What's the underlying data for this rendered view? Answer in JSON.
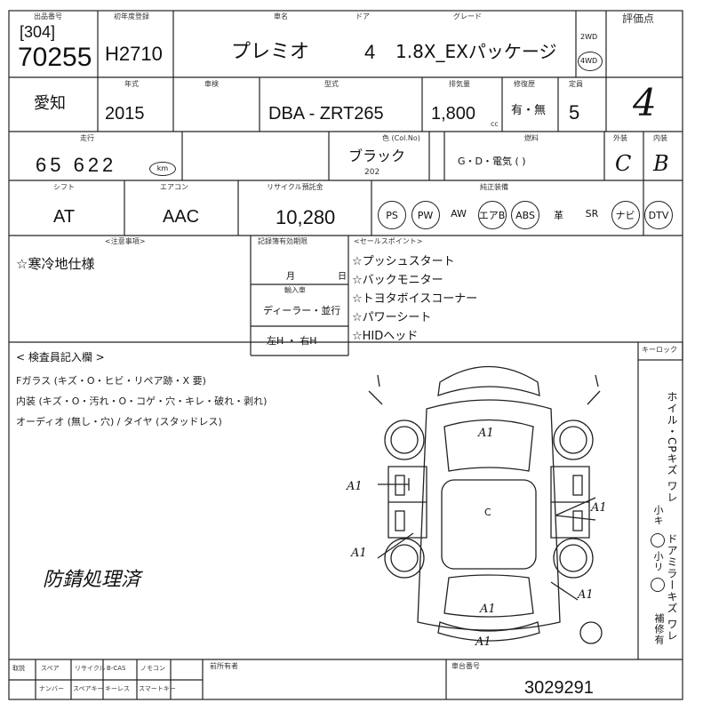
{
  "header": {
    "entry_no_label": "出品番号",
    "lot_bracket": "[304]",
    "lot_number": "70255",
    "year_label": "初年度登録",
    "year_code": "H2710",
    "name_label": "車名",
    "car_name": "プレミオ",
    "door_label": "ドア",
    "doors": "4",
    "grade_label": "グレード",
    "grade": "1.8X_EXパッケージ",
    "drive_2wd": "2WD",
    "drive_4wd": "4WD",
    "score_label": "評価点",
    "score": "4"
  },
  "row2": {
    "region": "愛知",
    "model_year_label": "年式",
    "model_year": "2015",
    "inspection_label": "車検",
    "inspection_value": "",
    "type_label": "型式",
    "model_code": "DBA - ZRT265",
    "cc_label": "排気量",
    "cc": "1,800",
    "cc_unit": "cc",
    "repair_label": "修復歴",
    "repair": "有・無",
    "seats_label": "定員",
    "seats": "5"
  },
  "row3": {
    "mileage_label": "走行",
    "mileage": "65 622",
    "mileage_unit": "km",
    "color_label": "色 (Col.No)",
    "color": "ブラック",
    "color_code": "202",
    "fuel_label": "燃料",
    "fuel": "G・D・電気 (        )",
    "exterior_label": "外装",
    "exterior": "C",
    "interior_label": "内装",
    "interior": "B"
  },
  "row4": {
    "shift_label": "シフト",
    "shift": "AT",
    "ac_label": "エアコン",
    "ac": "AAC",
    "recycle_label": "リサイクル預託金",
    "recycle": "10,280",
    "equip_label": "純正装備",
    "equipment": [
      "PS",
      "PW",
      "AW",
      "エアB",
      "ABS",
      "革",
      "SR",
      "ナビ",
      "DTV"
    ],
    "equipment_circled": [
      true,
      true,
      false,
      true,
      true,
      false,
      false,
      true,
      true
    ]
  },
  "notes": {
    "notes_label": "<注意事項>",
    "note1": "☆寒冷地仕様",
    "warranty_label": "記録簿有効期限",
    "warranty_month": "月",
    "warranty_day": "日",
    "import_label": "輸入車",
    "import_value": "ディーラー・並行",
    "handle": "左H  ・  右H",
    "sales_label": "<セールスポイント>",
    "sales": [
      "☆プッシュスタート",
      "☆バックモニター",
      "☆トヨタボイスコーナー",
      "☆パワーシート",
      "☆HIDヘッド"
    ]
  },
  "inspection": {
    "title": "< 検査員記入欄 >",
    "line1": "Fガラス (キズ・O・ヒビ・リペア跡・X 要)",
    "line2": "内装 (キズ・O・汚れ・O・コゲ・穴・キレ・破れ・剥れ)",
    "line3": "オーディオ (無し・穴) / タイヤ (スタッドレス)",
    "handwritten": "防錆処理済",
    "keyless": "キーロック"
  },
  "diagram": {
    "marks": [
      "A1",
      "A1",
      "A1",
      "A1",
      "A1",
      "A1",
      "A1",
      "C"
    ]
  },
  "legend": {
    "column": "ホイル・CPキズ ワレ",
    "small": "小キ",
    "mirror": "ドアミラーキズ ワレ",
    "small2": "小リ",
    "repair": "補修有"
  },
  "footer": {
    "h1": "取説",
    "h2": "スペア",
    "h3": "リサイクル",
    "h4": "B-CAS",
    "h5": "ノモコン",
    "h6": "ナンバー",
    "h7": "スペアキー",
    "h8": "キーレス",
    "h9": "スマートキー",
    "owner_label": "前所有者",
    "chassis_label": "車台番号",
    "chassis": "3029291"
  }
}
